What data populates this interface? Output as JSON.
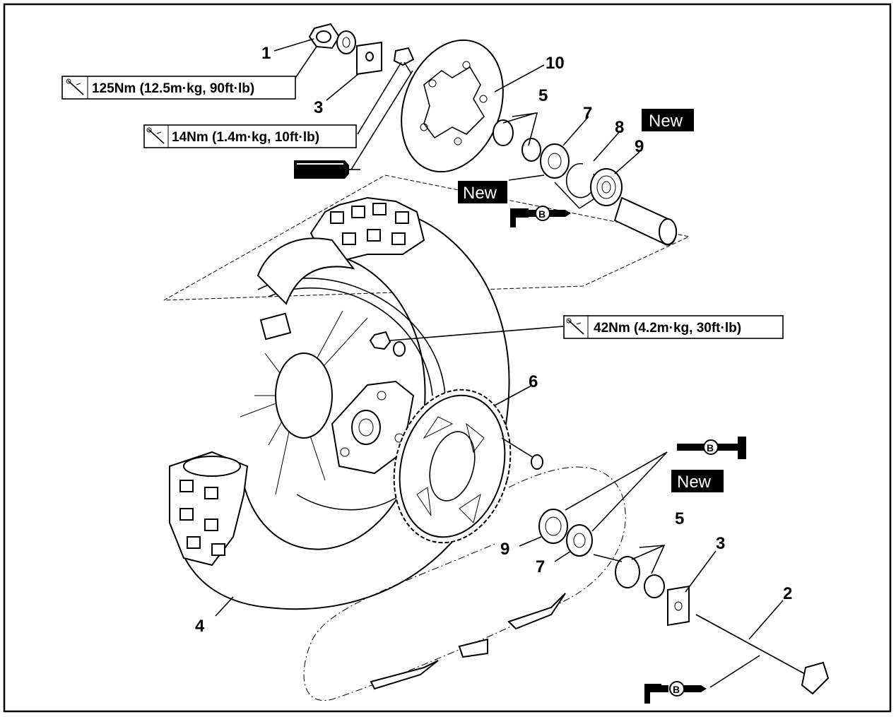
{
  "callouts": {
    "c1": "1",
    "c2": "2",
    "c3_top": "3",
    "c3_bottom": "3",
    "c4": "4",
    "c5_top": "5",
    "c5_bottom": "5",
    "c6": "6",
    "c7_top": "7",
    "c7_bottom": "7",
    "c8": "8",
    "c9_top": "9",
    "c9_bottom": "9",
    "c10": "10"
  },
  "torque": {
    "nut_axle": "125Nm (12.5m·kg, 90ft·lb)",
    "disc_bolt": "14Nm (1.4m·kg, 10ft·lb)",
    "sprocket_nut": "42Nm (4.2m·kg, 30ft·lb)"
  },
  "tags": {
    "new": "New",
    "grease": "B"
  },
  "icons": [
    "torque-wrench-icon",
    "grease-gun-icon",
    "locking-agent-icon"
  ]
}
